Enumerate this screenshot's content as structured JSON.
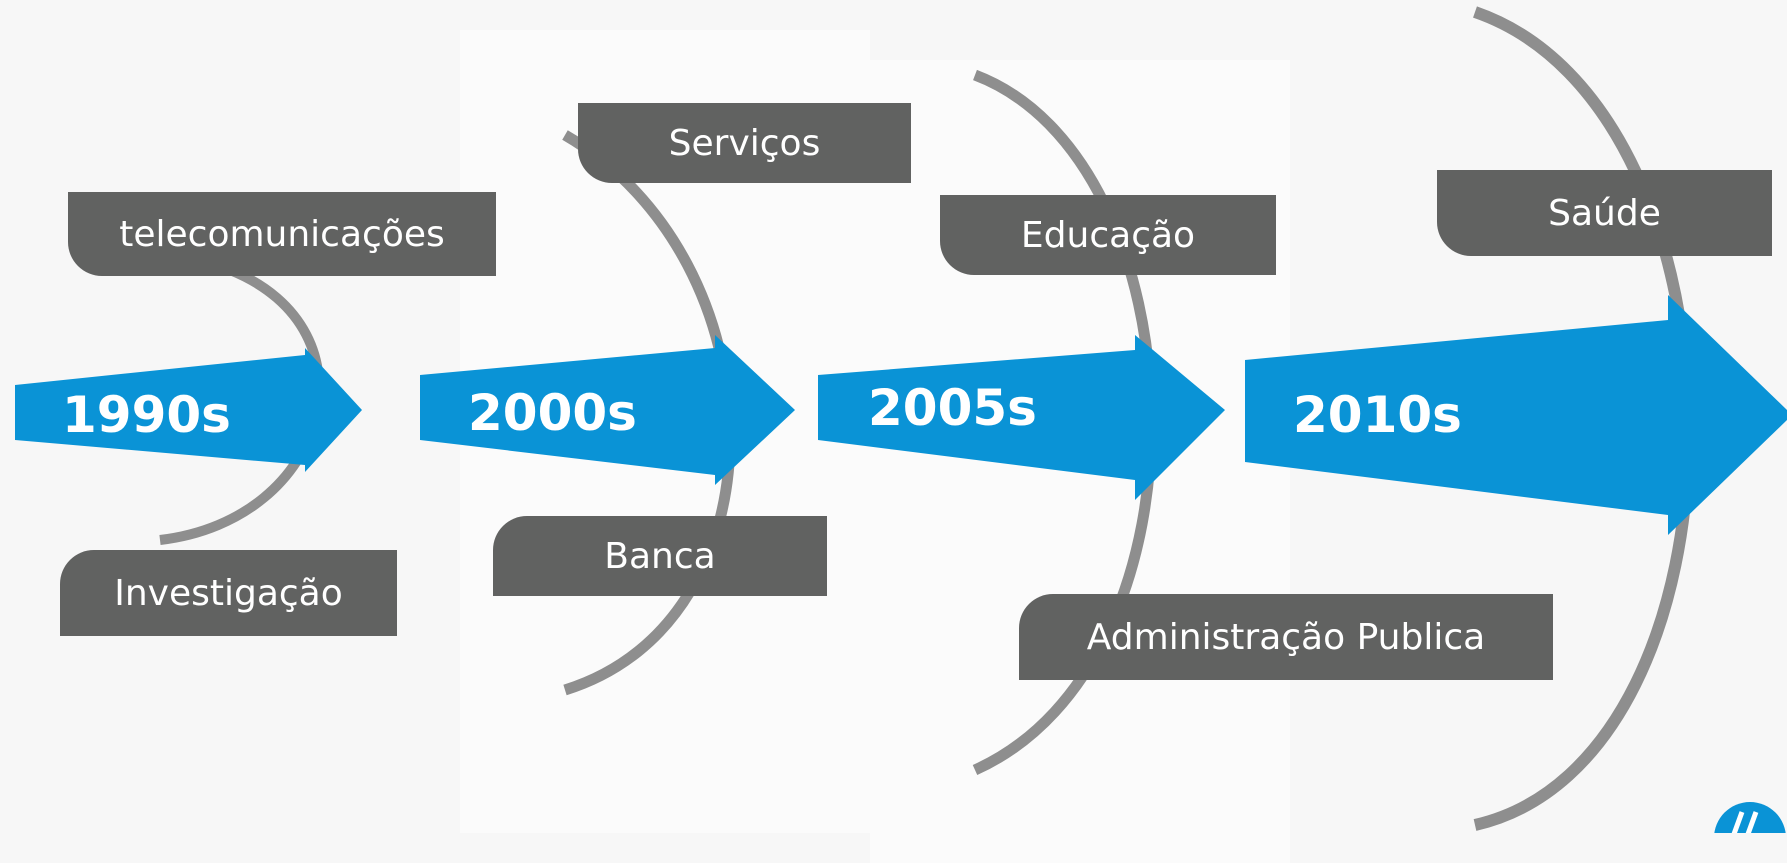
{
  "timeline": {
    "eras": [
      {
        "label": "1990s"
      },
      {
        "label": "2000s"
      },
      {
        "label": "2005s"
      },
      {
        "label": "2010s"
      }
    ],
    "tags": {
      "t1990_top": "telecomunicações",
      "t1990_bottom": "Investigação",
      "t2000_top": "Serviços",
      "t2000_bottom": "Banca",
      "t2005_top": "Educação",
      "t2005_bottom": "Administração Publica",
      "t2010_top": "Saúde"
    }
  },
  "colors": {
    "arrow": "#0a93d6",
    "tag": "#616261",
    "arc": "#8e8e8e",
    "text": "#ffffff"
  },
  "icons": {
    "logo": "hp-logo-icon"
  }
}
